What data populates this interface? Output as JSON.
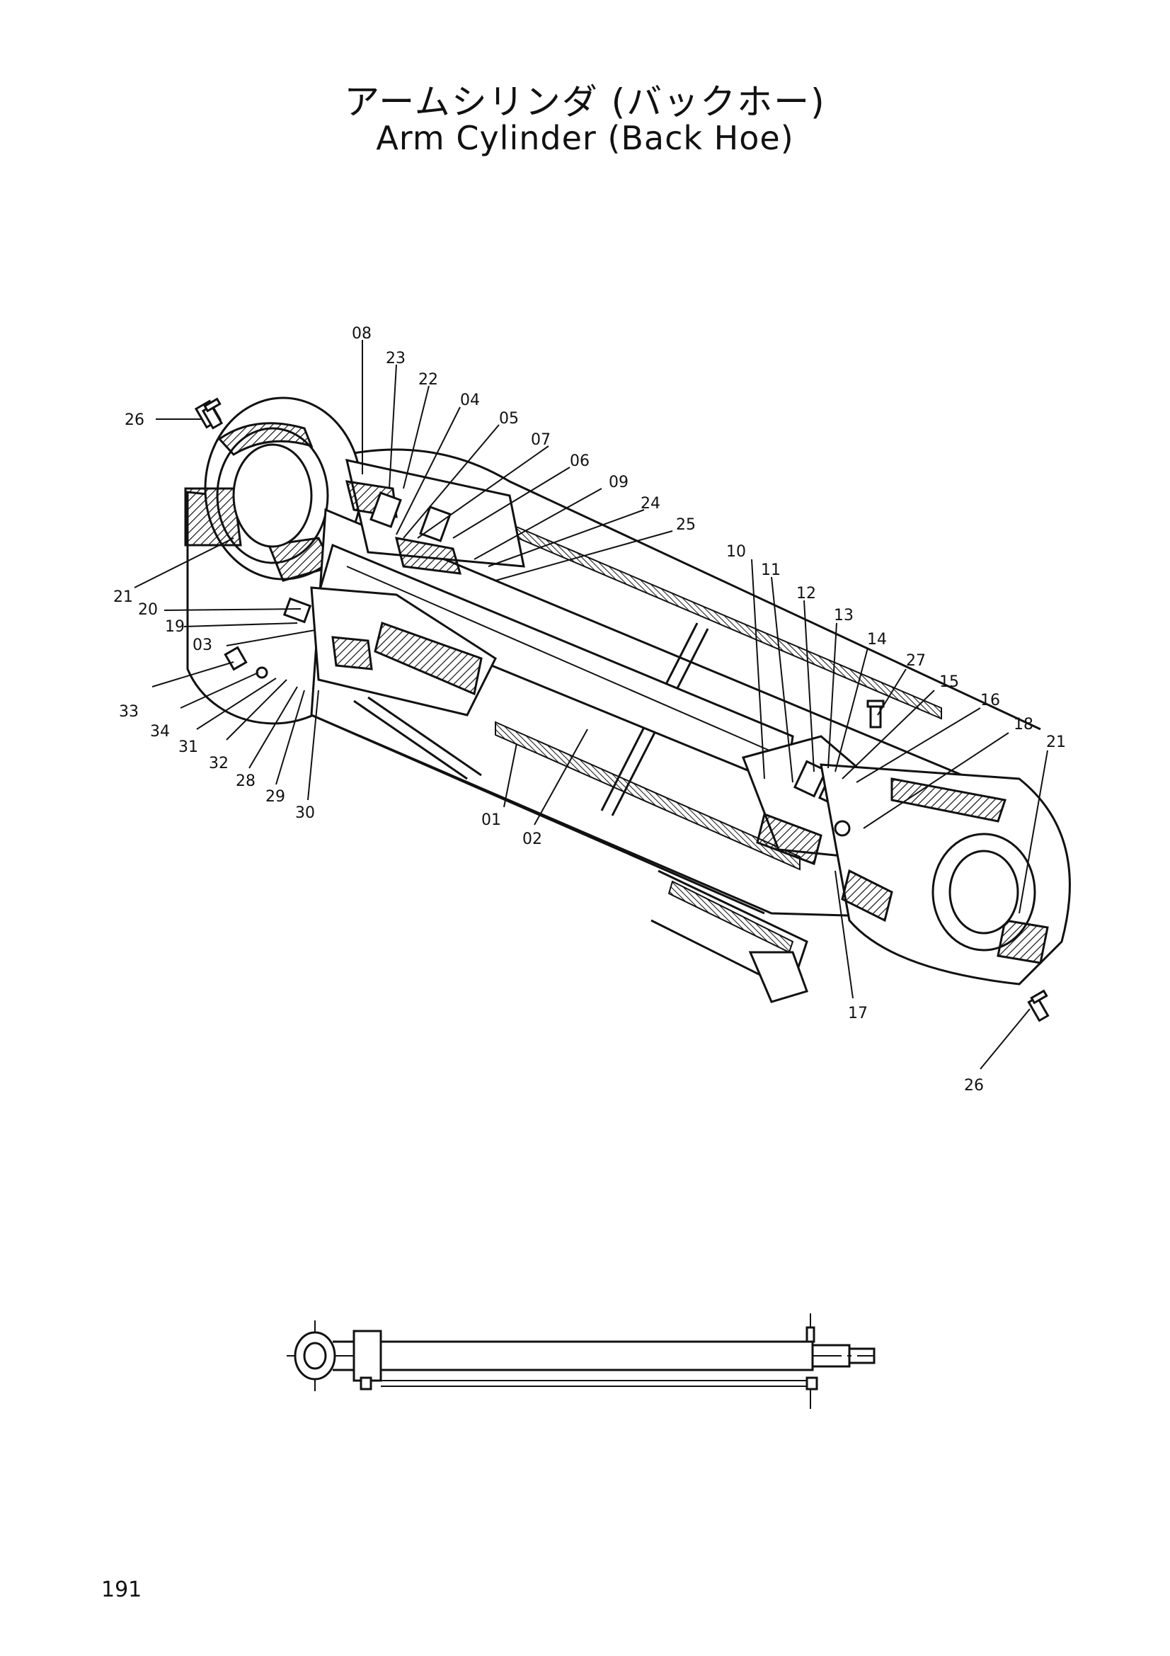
{
  "header": {
    "title_jp": "アームシリンダ (バックホー)",
    "title_en": "Arm Cylinder (Back Hoe)"
  },
  "diagram": {
    "callouts": [
      "08",
      "23",
      "22",
      "04",
      "05",
      "07",
      "06",
      "09",
      "24",
      "25",
      "26",
      "21",
      "20",
      "19",
      "03",
      "33",
      "34",
      "31",
      "32",
      "28",
      "29",
      "30",
      "01",
      "02",
      "10",
      "11",
      "12",
      "13",
      "14",
      "27",
      "15",
      "16",
      "18",
      "21",
      "17",
      "26"
    ]
  },
  "footer": {
    "page_number": "191"
  }
}
